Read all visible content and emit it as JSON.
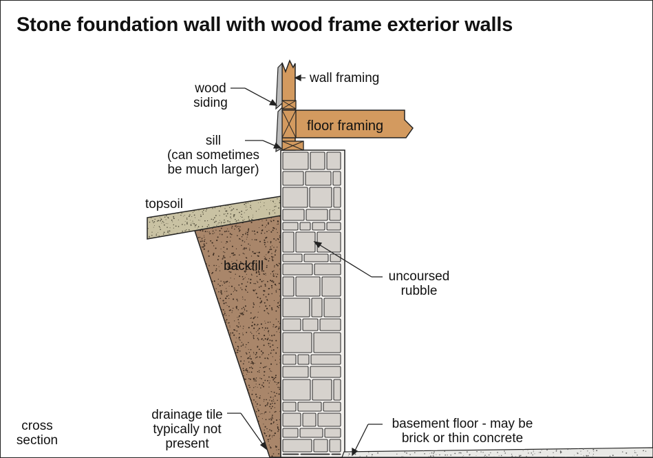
{
  "title": "Stone foundation wall with wood frame exterior walls",
  "labels": {
    "wall_framing": "wall framing",
    "wood_siding_1": "wood",
    "wood_siding_2": "siding",
    "floor_framing": "floor framing",
    "sill_1": "sill",
    "sill_2": "(can sometimes",
    "sill_3": "be much larger)",
    "topsoil": "topsoil",
    "backfill": "backfill",
    "rubble_1": "uncoursed",
    "rubble_2": "rubble",
    "drainage_1": "drainage tile",
    "drainage_2": "typically not",
    "drainage_3": "present",
    "cross_1": "cross",
    "cross_2": "section",
    "basement_1": "basement floor - may be",
    "basement_2": "brick or thin concrete"
  },
  "colors": {
    "wood": "#d39a5f",
    "stone": "#d6d2cd",
    "backfill": "#a9866a",
    "topsoil": "#c9c2a3",
    "slab": "#e9e9e6",
    "outline": "#222222"
  }
}
